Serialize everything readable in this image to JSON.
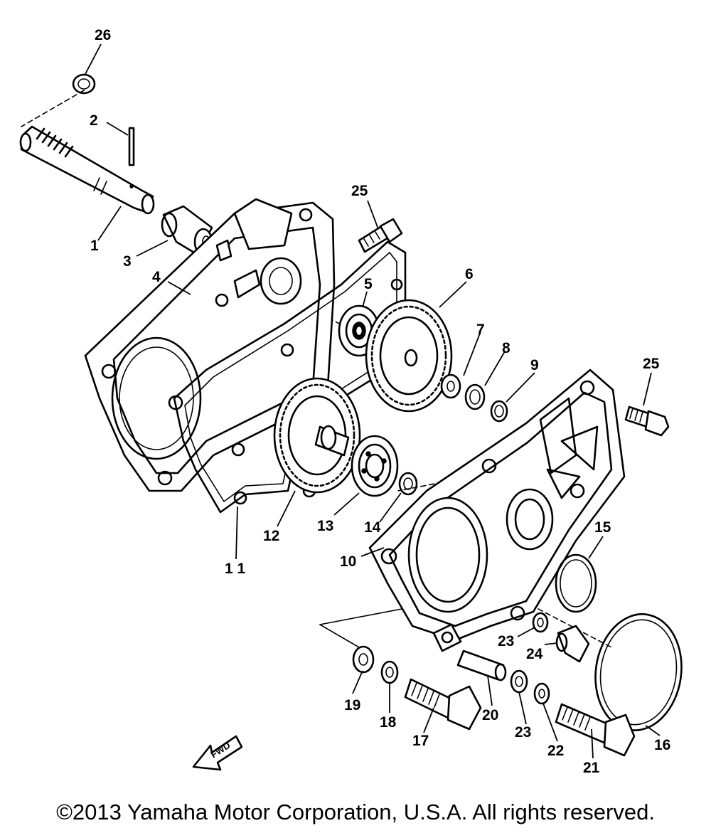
{
  "callouts": {
    "p1": "1",
    "p2": "2",
    "p3": "3",
    "p4": "4",
    "p5": "5",
    "p6": "6",
    "p7": "7",
    "p8": "8",
    "p9": "9",
    "p10": "10",
    "p11": "1 1",
    "p12": "12",
    "p13": "13",
    "p14": "14",
    "p15": "15",
    "p16": "16",
    "p17": "17",
    "p18": "18",
    "p19": "19",
    "p20": "20",
    "p21": "21",
    "p22": "22",
    "p23a": "23",
    "p23b": "23",
    "p24": "24",
    "p25a": "25",
    "p25b": "25",
    "p26": "26"
  },
  "fwd_label": "FWD",
  "copyright": "©2013 Yamaha Motor Corporation, U.S.A. All rights reserved."
}
